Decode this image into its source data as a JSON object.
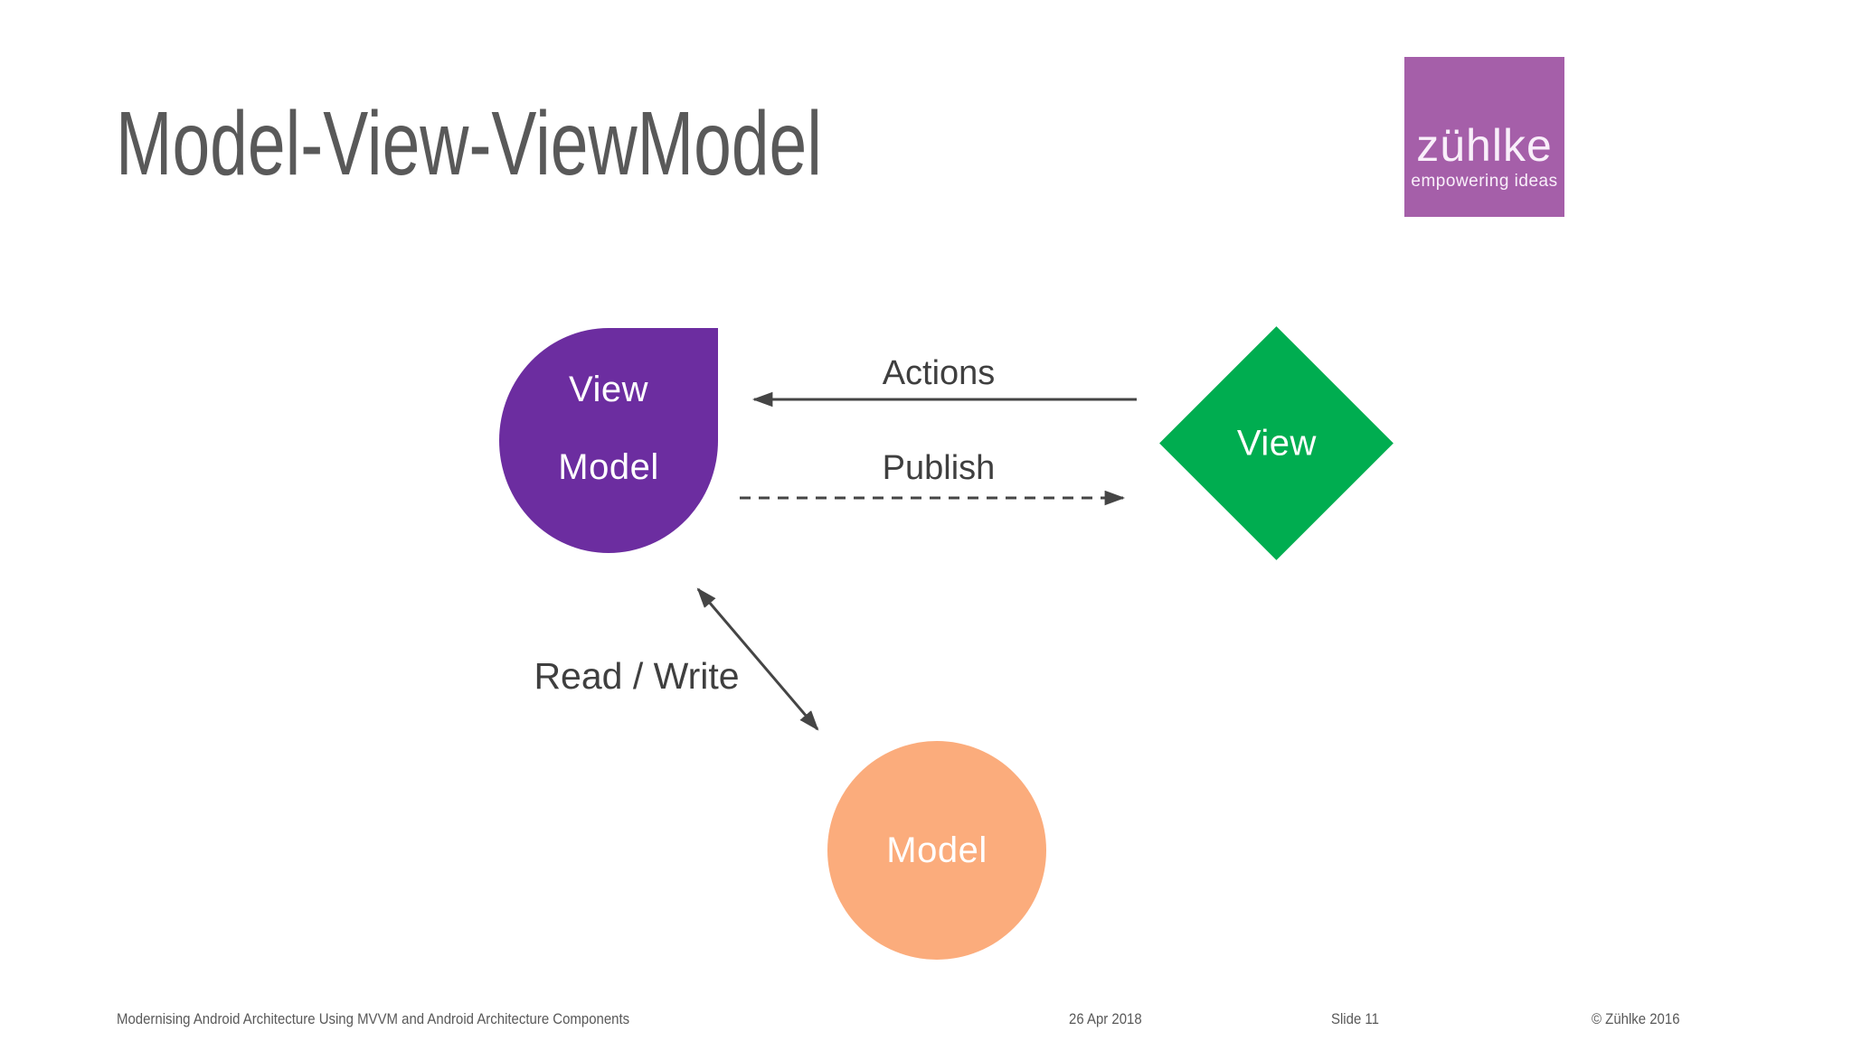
{
  "slide": {
    "title": "Model-View-ViewModel",
    "background_color": "#ffffff",
    "title_color": "#595959"
  },
  "logo": {
    "brand": "zühlke",
    "tagline": "empowering ideas",
    "bg_color": "#a55fa9",
    "text_color": "#f9effa"
  },
  "diagram": {
    "arrow_color": "#454545",
    "label_color": "#3f3f3f",
    "nodes": {
      "viewmodel": {
        "line1": "View",
        "line2": "Model",
        "shape": "teardrop-square-top-right",
        "color": "#6c2da0",
        "text_color": "#ffffff"
      },
      "view": {
        "label": "View",
        "shape": "diamond",
        "color": "#00ad50",
        "text_color": "#ffffff"
      },
      "model": {
        "label": "Model",
        "shape": "circle",
        "color": "#fbac7c",
        "text_color": "#ffffff"
      }
    },
    "edges": {
      "actions": {
        "label": "Actions",
        "style": "solid",
        "direction": "view-to-viewmodel"
      },
      "publish": {
        "label": "Publish",
        "style": "dashed",
        "direction": "viewmodel-to-view"
      },
      "readwrite": {
        "label": "Read / Write",
        "style": "solid",
        "direction": "bidirectional"
      }
    }
  },
  "footer": {
    "left": "Modernising Android Architecture Using MVVM and Android Architecture Components",
    "date": "26 Apr 2018",
    "slide": "Slide 11",
    "copyright": "© Zühlke 2016"
  }
}
